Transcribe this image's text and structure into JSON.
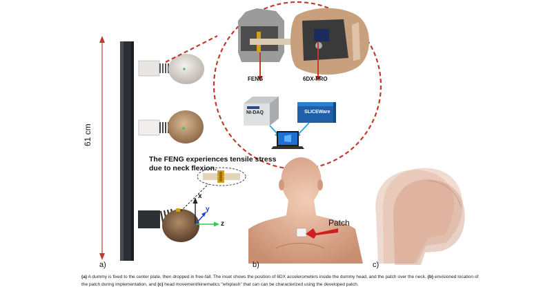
{
  "panel_a": {
    "letter": "a)",
    "height_label": "61 cm",
    "stress_note_line1": "The FENG experiences tensile stress",
    "stress_note_line2": "due to neck flexion.",
    "axis_x": "x",
    "axis_y": "y",
    "axis_z": "z"
  },
  "inset": {
    "feng_label": "FENG",
    "sixdx_label": "6DX-PRO",
    "nidaq_label": "NI-DAQ",
    "sliceware_label": "SLICEWare"
  },
  "panel_b": {
    "letter": "b)",
    "patch_label": "Patch"
  },
  "panel_c": {
    "letter": "c)"
  },
  "caption": {
    "a_tag": "(a)",
    "a_text": " A dummy is fixed to the center plate, then dropped in free-fall. The inset shows the position of 6DX accelerometers inside the dummy head, and the patch over the neck. ",
    "b_tag": "(b)",
    "b_text": " envisioned location of the patch during implementation, and ",
    "c_tag": "(c)",
    "c_text": " head movement/kinematics \"whiplash\" that can can be characterized using the developed patch."
  },
  "colors": {
    "accent_red": "#c0392b",
    "plate": "#2b2f33",
    "skin": "#e3b59a"
  }
}
